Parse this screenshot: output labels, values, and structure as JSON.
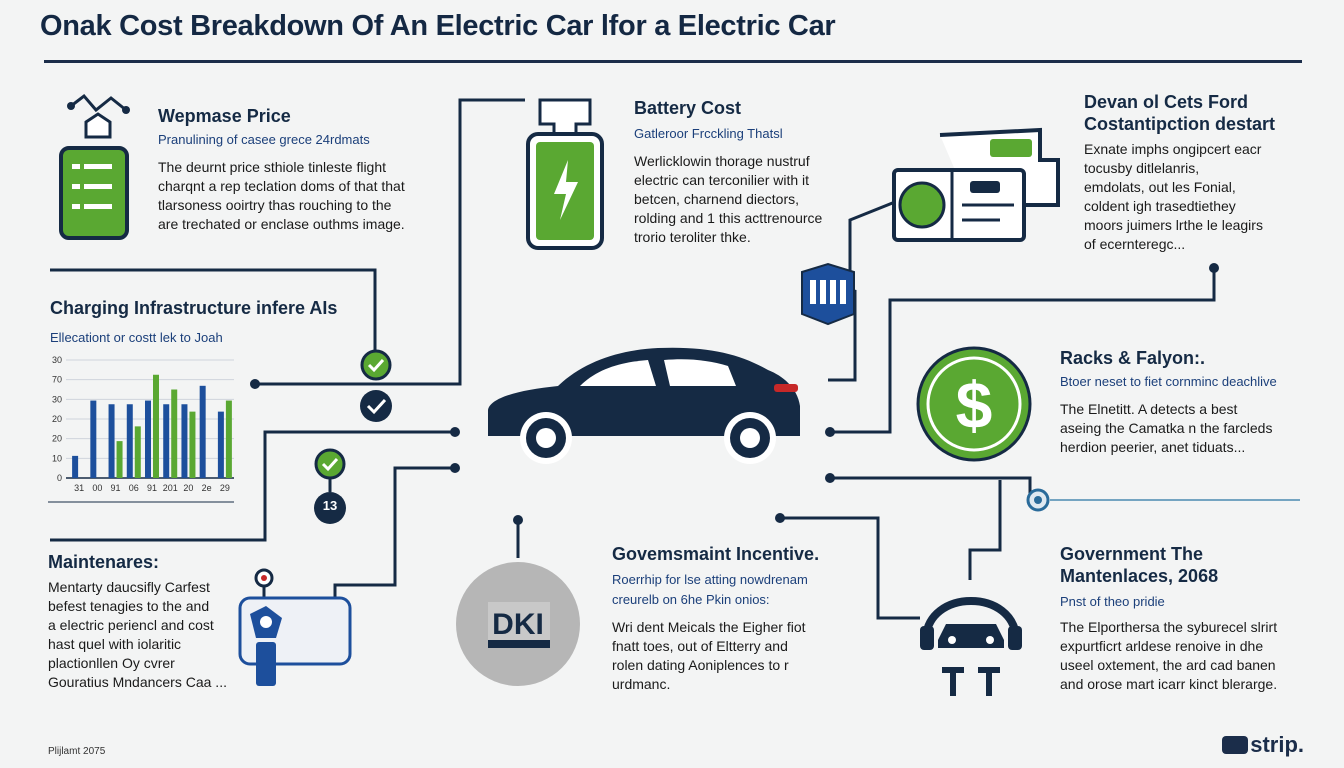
{
  "title": "Onak Cost Breakdown Of An Electric Car lfor a Electric Car",
  "colors": {
    "navy": "#152a44",
    "green": "#5aa832",
    "blue": "#1d4f9c",
    "accent_blue": "#1b3f7a"
  },
  "sections": {
    "purchase": {
      "icon": "price-tag-clipboard-icon",
      "heading": "Wepmase Price",
      "subheading": "Pranulining of casee grece 24rdmats",
      "body": "The deurnt price sthiole tinleste flight\ncharqnt a rep teclation doms of that that\ntlarsoness ooirtry thas rouching to the\nare trechated or enclase outhms image."
    },
    "battery": {
      "icon": "battery-bolt-icon",
      "heading": "Battery Cost",
      "subheading": "Gatleroor Frcckling Thatsl",
      "body": "Werlicklowin thorage nustruf\nelectric can terconilier with it\nbetcen, charnend diectors,\nrolding and 1 this acttrenource\ntrorio teroliter thke."
    },
    "depreciation": {
      "icon": "bank-card-icon",
      "heading_line1": "Devan ol Cets Ford",
      "heading_line2": "Costantipction destart",
      "body": "Exnate imphs ongipcert eacr\ntocusby ditlelanris,\nemdolats, out les Fonial,\ncoldent igh trasedtiethey\nmoors juimers lrthe le leagirs\nof ecernteregc..."
    },
    "charging": {
      "heading": "Charging Infrastructure infere AIs",
      "subheading": "Ellecationt or costt lek to Joah"
    },
    "maintenance": {
      "icon": "robot-hand-icon",
      "heading": "Maintenares:",
      "body": "Mentarty daucsifly Carfest\nbefest tenagies to the and\na electric periencl and cost\nhast quel with iolaritic\nplactionllen Oy cvrer\nGouratius Mndancers Caa ..."
    },
    "incentive": {
      "icon": "dk-badge-icon",
      "badge_text": "DKI",
      "heading": "Govemsmaint Incentive.",
      "subheading_line1": "Roerrhip for lse atting nowdrenam",
      "subheading_line2": "creurelb on 6he Pkin onios:",
      "body": "Wri dent Meicals the Eigher fiot\nfnatt toes, out of Eltterry and\nrolen dating Aoniplences to r\nurdmanc."
    },
    "racks": {
      "icon": "dollar-coin-icon",
      "heading": "Racks & Falyon:.",
      "subheading": "Btoer neset to fiet cornminc deachlive",
      "body": "The Elnetitt. A detects a best\naseing the Camatka n the farcleds\nherdion peerier, anet tiduats..."
    },
    "gov_maintenance": {
      "icon": "car-headphones-icon",
      "heading_line1": "Government The",
      "heading_line2": "Mantenlaces, 2068",
      "subheading": "Pnst of theo pridie",
      "body": "The Elporthersa the syburecel slrirt\nexpurtficrt arldese renoive in dhe\nuseel oxtement, the ard cad banen\nand orose mart icarr kinct blerarge."
    }
  },
  "nodes": {
    "badge_13": "13"
  },
  "chart_data": {
    "type": "bar",
    "title": "",
    "ytick_labels": [
      "30",
      "70",
      "30",
      "20",
      "20",
      "10",
      "0"
    ],
    "xtick_labels": [
      "31",
      "00",
      "91",
      "06",
      "91",
      "201",
      "20",
      "2e",
      "29"
    ],
    "series": [
      {
        "color": "#1d4f9c",
        "values": [
          6,
          21,
          20,
          20,
          21,
          20,
          20,
          25,
          18
        ]
      },
      {
        "color": "#5aa832",
        "values": [
          0,
          0,
          10,
          14,
          28,
          24,
          18,
          0,
          21
        ]
      }
    ],
    "ylim": [
      0,
      32
    ],
    "grid": true
  },
  "footer": {
    "left_text": "Plijlamt 2075",
    "brand": "strip."
  }
}
